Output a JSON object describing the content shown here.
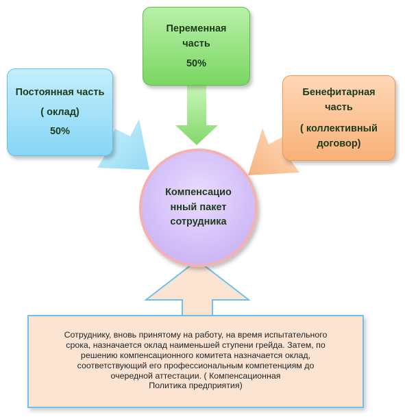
{
  "fixed_part": {
    "line1": "Постоянная часть",
    "line2": "( оклад)",
    "line3": "50%"
  },
  "variable_part": {
    "line1": "Переменная",
    "line2": "часть",
    "line3": "50%"
  },
  "benefit_part": {
    "line1": "Бенефитарная",
    "line2": "часть",
    "line3": "( коллективный",
    "line4": "договор)"
  },
  "center": {
    "line1": "Компенсацио",
    "line2": "нный пакет",
    "line3": "сотрудника"
  },
  "note": {
    "line1": "Сотруднику, вновь принятому на работу, на время испытательного",
    "line2": "срока, назначается оклад наименьшей ступени грейда. Затем, по",
    "line3": "решению компенсационного комитета назначается оклад,",
    "line4": "соответствующий его профессиональным компетенциям до",
    "line5": "очередной аттестации. ( Компенсационная",
    "line6": "Политика предприятия)"
  },
  "colors": {
    "green": "#7bd662",
    "blue": "#86d6f4",
    "orange": "#f8b177",
    "purple": "#c2aaf2",
    "note_bg": "#fce4d2"
  }
}
